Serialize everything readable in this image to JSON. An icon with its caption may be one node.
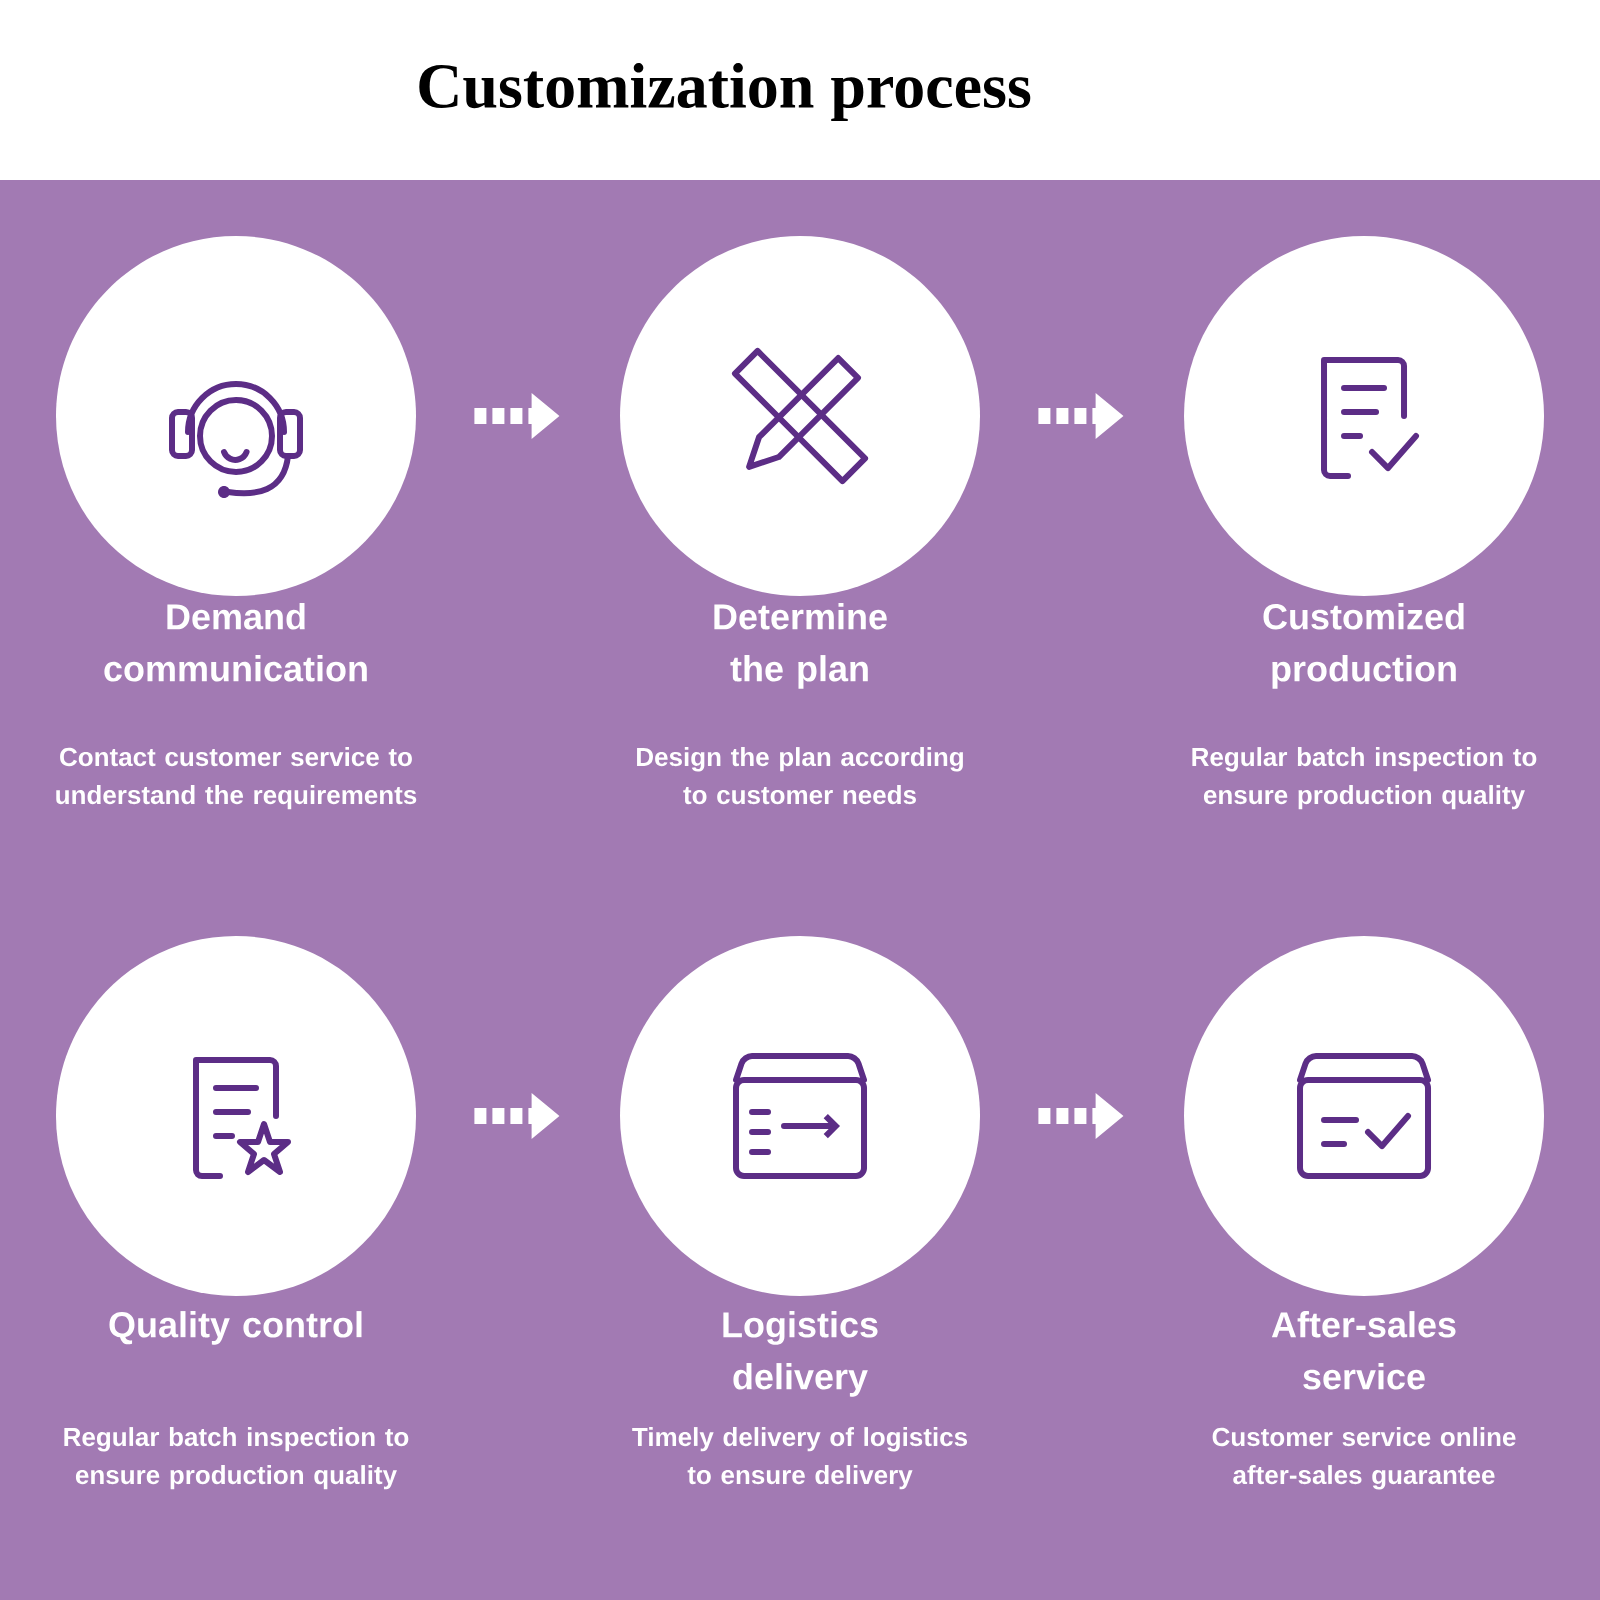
{
  "diagram": {
    "title": "Customization process",
    "nodes": [
      {
        "text": [
          "Demand communication",
          "Contact customer service to understand the requirements"
        ]
      },
      {
        "text": [
          "Determine the plan",
          "Design the plan according to customer needs"
        ]
      },
      {
        "text": [
          "Customized production",
          "Regular batch inspection to ensure production quality"
        ]
      },
      {
        "text": [
          "Quality control",
          "Regular batch inspection to ensure production quality"
        ]
      },
      {
        "text": [
          "Logistics delivery",
          "Timely delivery of logistics to ensure delivery"
        ]
      },
      {
        "text": [
          "After-sales service",
          "Customer service online after-sales guarantee"
        ]
      }
    ],
    "edges": [
      {
        "from": 0,
        "to": 1,
        "arrow": "to"
      },
      {
        "from": 1,
        "to": 2,
        "arrow": "to"
      },
      {
        "from": 3,
        "to": 4,
        "arrow": "to"
      },
      {
        "from": 4,
        "to": 5,
        "arrow": "to"
      }
    ]
  }
}
